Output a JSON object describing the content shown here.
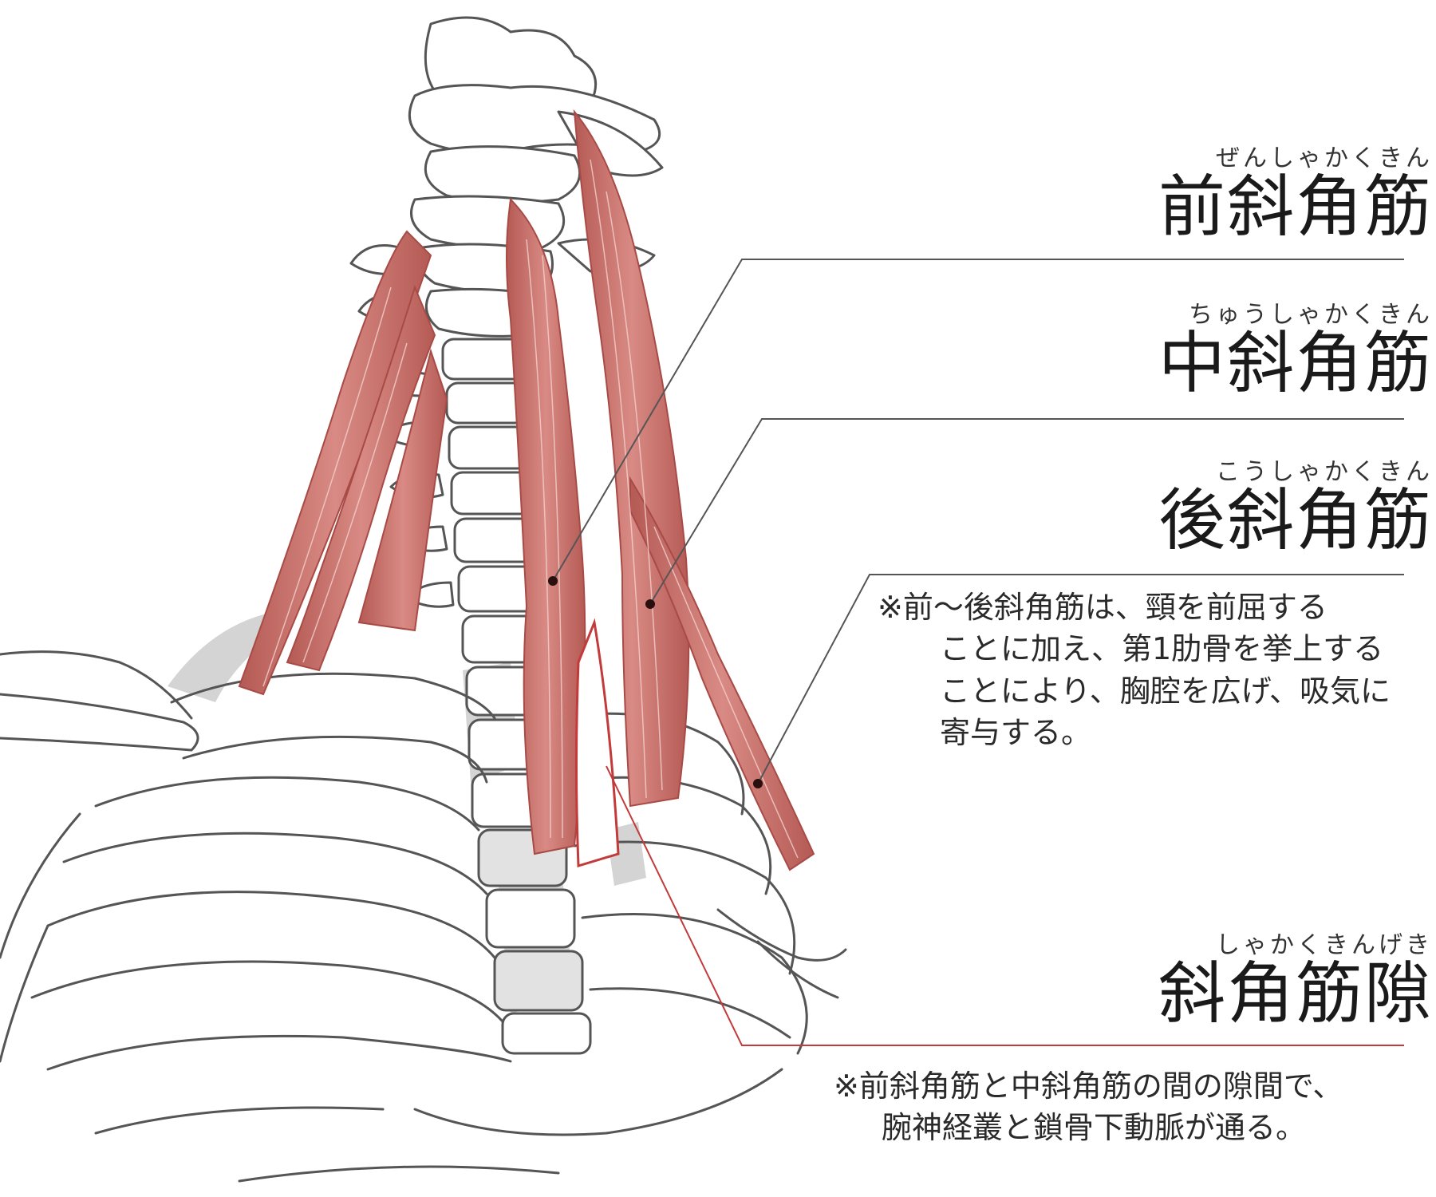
{
  "labels": {
    "anterior": {
      "ruby": "ぜんしゃかくきん",
      "name": "前斜角筋"
    },
    "middle": {
      "ruby": "ちゅうしゃかくきん",
      "name": "中斜角筋"
    },
    "posterior": {
      "ruby": "こうしゃかくきん",
      "name": "後斜角筋"
    },
    "gap": {
      "ruby": "しゃかくきんげき",
      "name": "斜角筋隙"
    }
  },
  "notes": {
    "function": [
      "※前～後斜角筋は、頸を前屈する",
      "ことに加え、第1肋骨を挙上する",
      "ことにより、胸腔を広げ、吸気に",
      "寄与する。"
    ],
    "gap": [
      "※前斜角筋と中斜角筋の間の隙間で、",
      "腕神経叢と鎖骨下動脈が通る。"
    ]
  },
  "colors": {
    "muscle": "#c9706a",
    "muscle_dark": "#a84a45",
    "bone_line": "#555555",
    "leader": "#555555",
    "gap_leader": "#c23a3a",
    "shadow": "#cfcfcf"
  }
}
